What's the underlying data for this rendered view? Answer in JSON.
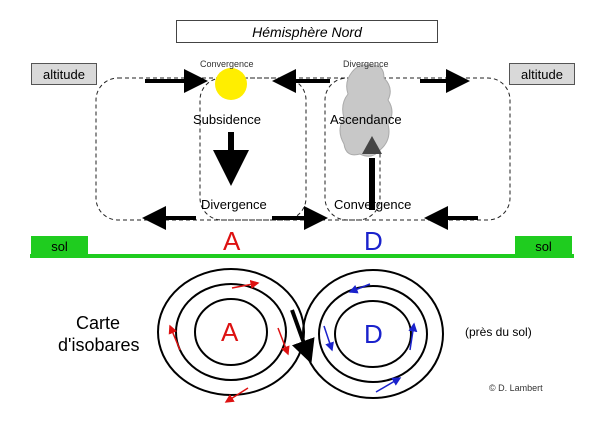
{
  "title": "Hémisphère Nord",
  "altitude_left": "altitude",
  "altitude_right": "altitude",
  "sol_left": "sol",
  "sol_right": "sol",
  "top_convergence": "Convergence",
  "top_divergence": "Divergence",
  "subsidence": "Subsidence",
  "ascendance": "Ascendance",
  "bottom_divergence": "Divergence",
  "bottom_convergence": "Convergence",
  "high_label": "A",
  "low_label": "D",
  "carte_line1": "Carte",
  "carte_line2": "d'isobares",
  "pres_du_sol": "(près du sol)",
  "credit": "© D. Lambert",
  "colors": {
    "high": "#dd1111",
    "low": "#1a22cc",
    "ground": "#1fcc1f",
    "sun": "#ffee00",
    "cloud": "#c8c8c8"
  }
}
